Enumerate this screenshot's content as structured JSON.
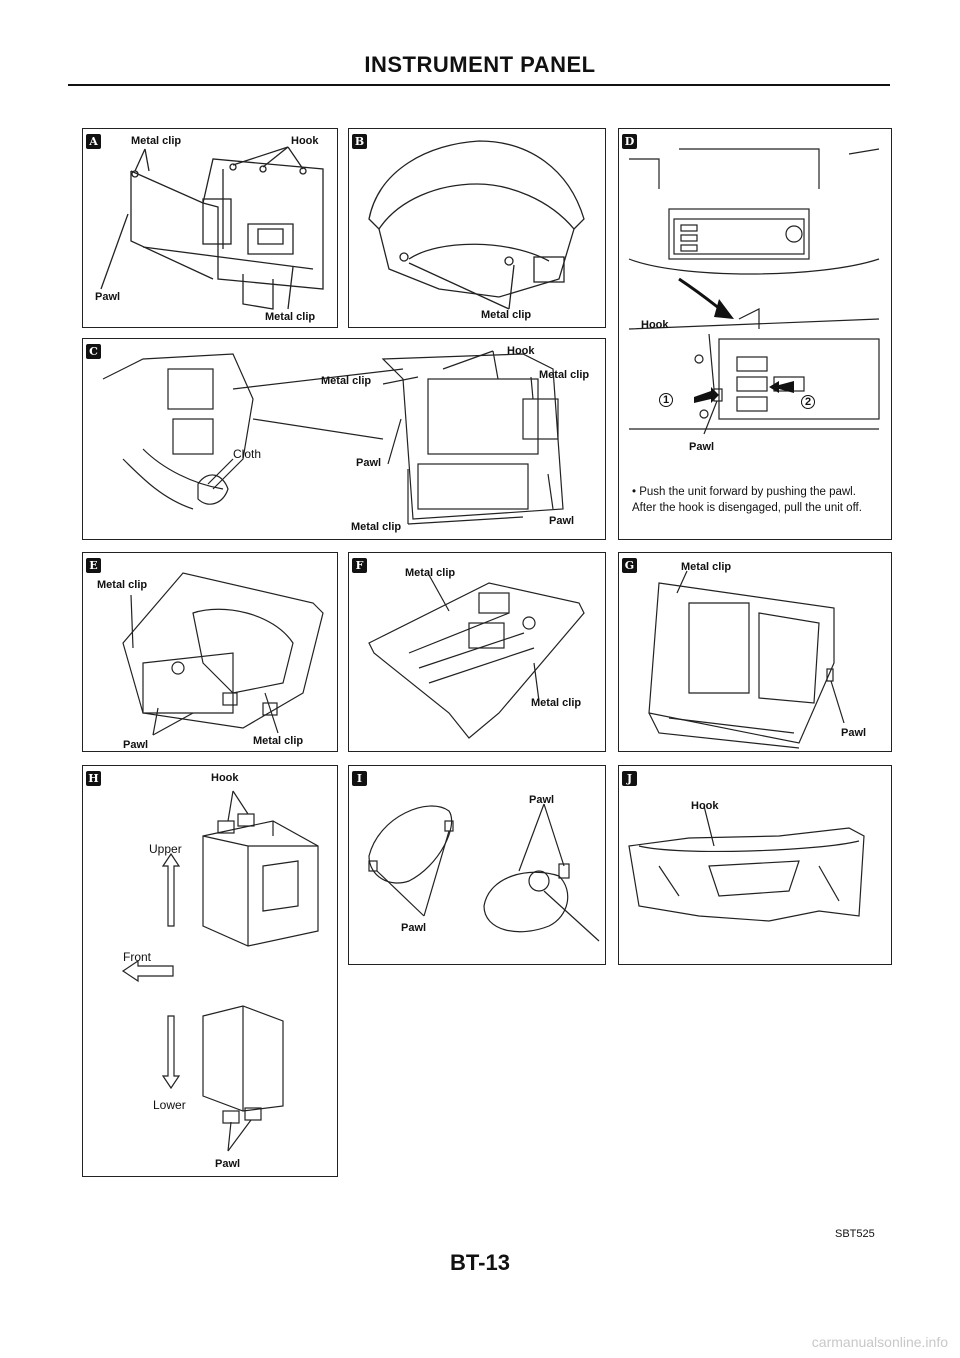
{
  "header": {
    "title": "INSTRUMENT PANEL"
  },
  "panels": {
    "A": {
      "badge": "A",
      "metal_clip_top": "Metal clip",
      "hook": "Hook",
      "pawl": "Pawl",
      "metal_clip_bottom": "Metal clip"
    },
    "B": {
      "badge": "B",
      "metal_clip": "Metal clip"
    },
    "C": {
      "badge": "C",
      "hook": "Hook",
      "metal_clip_left": "Metal clip",
      "metal_clip_right": "Metal clip",
      "cloth": "Cloth",
      "pawl_left": "Pawl",
      "pawl_right": "Pawl",
      "metal_clip_bottom": "Metal clip"
    },
    "D": {
      "badge": "D",
      "hook": "Hook",
      "pawl": "Pawl",
      "step1": "1",
      "step2": "2",
      "note": "• Push the unit forward by pushing the pawl. After the hook is disengaged, pull the unit off."
    },
    "E": {
      "badge": "E",
      "metal_clip_top": "Metal clip",
      "pawl": "Pawl",
      "metal_clip_bottom": "Metal clip"
    },
    "F": {
      "badge": "F",
      "metal_clip_top": "Metal clip",
      "metal_clip_bottom": "Metal clip"
    },
    "G": {
      "badge": "G",
      "metal_clip": "Metal clip",
      "pawl": "Pawl"
    },
    "H": {
      "badge": "H",
      "hook": "Hook",
      "upper": "Upper",
      "front": "Front",
      "lower": "Lower",
      "pawl": "Pawl"
    },
    "I": {
      "badge": "I",
      "pawl_top": "Pawl",
      "pawl_bottom": "Pawl"
    },
    "J": {
      "badge": "J",
      "hook": "Hook"
    }
  },
  "figure_ref": "SBT525",
  "page_number": "BT-13",
  "watermark": "carmanualsonline.info"
}
